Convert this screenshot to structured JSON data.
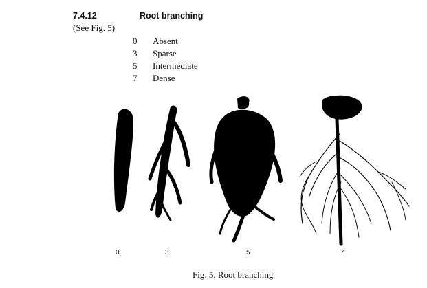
{
  "section": {
    "number": "7.4.12",
    "title": "Root branching",
    "reference": "(See Fig. 5)"
  },
  "scale": [
    {
      "code": "0",
      "label": "Absent"
    },
    {
      "code": "3",
      "label": "Sparse"
    },
    {
      "code": "5",
      "label": "Intermediate"
    },
    {
      "code": "7",
      "label": "Dense"
    }
  ],
  "figure": {
    "panel_labels": [
      "0",
      "3",
      "5",
      "7"
    ],
    "caption": "Fig. 5.  Root branching",
    "ink_color": "#000000"
  }
}
